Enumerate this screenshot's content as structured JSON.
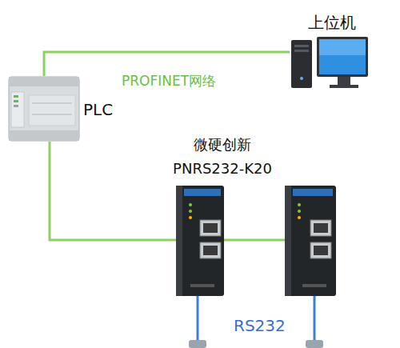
{
  "diagram": {
    "nodes": [
      {
        "text": [
          "PLC"
        ]
      },
      {
        "text": [
          "上位机"
        ]
      },
      {
        "text": [
          "微硬创新 PNRS232-K20"
        ]
      }
    ],
    "edges": [
      {
        "from": 0,
        "to": 1,
        "label": "PROFINET网络",
        "arrow": "none"
      },
      {
        "from": 0,
        "to": 2,
        "arrow": "none"
      }
    ],
    "labels": [
      "RS232"
    ]
  }
}
